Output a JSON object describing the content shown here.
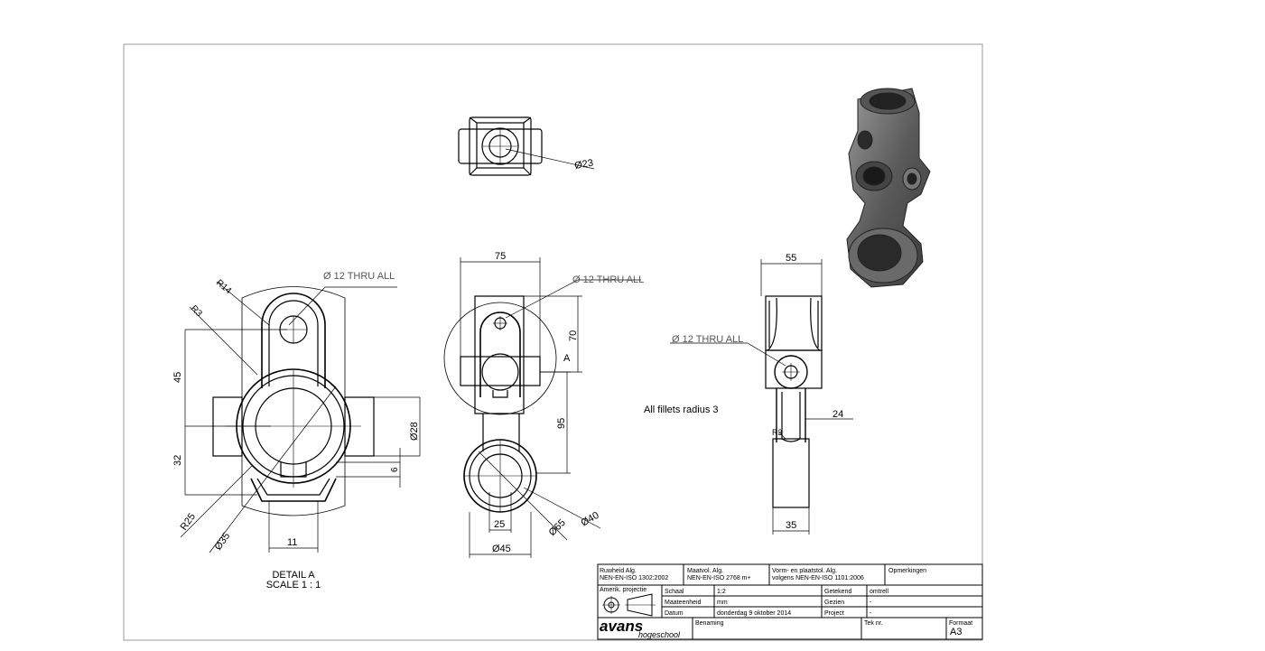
{
  "dimensions": {
    "detail_hole": "Ø 12 THRU ALL",
    "detail_r14": "R14",
    "detail_r3": "R3",
    "detail_45": "45",
    "detail_32": "32",
    "detail_r25": "R25",
    "detail_d35": "Ø35",
    "detail_11": "11",
    "detail_d28": "Ø28",
    "detail_6": "6",
    "top_d23": "Ø23",
    "front_75": "75",
    "front_hole": "Ø 12 THRU ALL",
    "front_70": "70",
    "front_A": "A",
    "front_95": "95",
    "front_25": "25",
    "front_d45": "Ø45",
    "front_d65": "Ø65",
    "front_d40": "Ø40",
    "side_55": "55",
    "side_hole": "Ø 12 THRU ALL",
    "side_24": "24",
    "side_r3": "R3",
    "side_35": "35"
  },
  "notes": {
    "fillets": "All fillets radius 3",
    "detail_title": "DETAIL A",
    "detail_scale": "SCALE 1 : 1"
  },
  "title_block": {
    "ruwheid_label": "Ruwheid Alg.",
    "ruwheid_norm": "NEN-EN-ISO 1302:2002",
    "maatvol_label": "Maatvol. Alg.",
    "maatvol_norm": "NEN-EN-ISO 2768 m+",
    "vorm_label": "Vorm- en plaatstol. Alg.",
    "vorm_norm": "volgens NEN-EN-ISO 1101:2006",
    "opmerkingen": "Opmerkingen",
    "projectie": "Amerik. projectie",
    "schaal_label": "Schaal",
    "schaal_value": "1:2",
    "maateenheid_label": "Maateenheid",
    "maateenheid_value": "mm",
    "datum_label": "Datum",
    "datum_value": "donderdag 9 oktober 2014",
    "getekend_label": "Getekend",
    "getekend_value": "omtrell",
    "gezien_label": "Gezien",
    "gezien_value": "-",
    "project_label": "Project",
    "project_value": "-",
    "logo_main": "avans",
    "logo_sub": "hogeschool",
    "benaming_label": "Benaming",
    "teknr_label": "Tek nr.",
    "formaat_label": "Formaat",
    "formaat_value": "A3"
  }
}
